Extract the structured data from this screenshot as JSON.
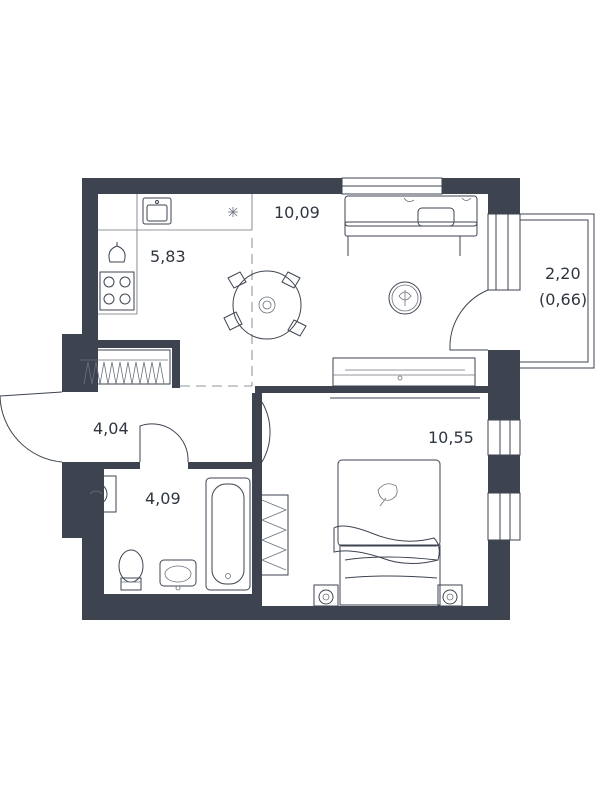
{
  "rooms": {
    "kitchen_area": "5,83",
    "living_area": "10,09",
    "balcony_area": "2,20",
    "balcony_area_reduced": "(0,66)",
    "hall_area": "4,04",
    "bathroom_area": "4,09",
    "bedroom_area": "10,55"
  },
  "colors": {
    "wall": "#3d4450",
    "line": "#3d4450",
    "background": "#ffffff"
  }
}
